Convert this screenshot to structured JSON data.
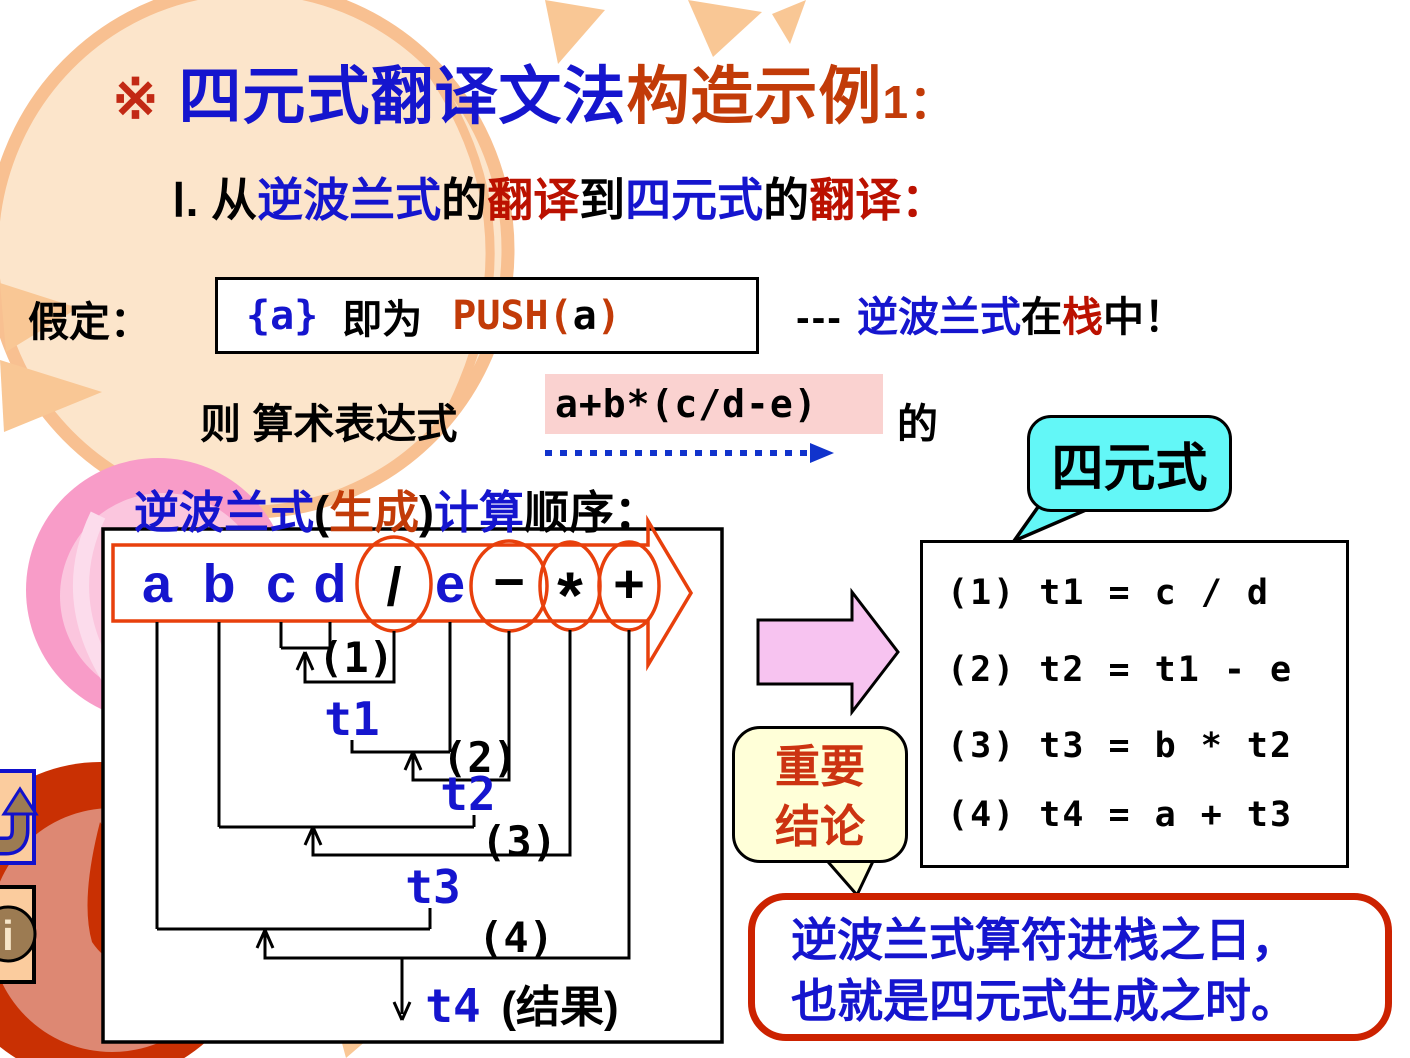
{
  "palette": {
    "blue_text": "#1515CE",
    "red_text": "#BB1100",
    "orange_text": "#C23B08",
    "marker_red": "#C22914",
    "banner_orange": "#E8400C",
    "cyan_callout": "#63F7F7",
    "cream_callout": "#FFFFD8",
    "pink_highlight": "#FAD2D0",
    "pink_arrow": "#F7C3F0",
    "conclusion_border": "#CC2200"
  },
  "title": {
    "marker": "※",
    "main": "四元式翻译文法",
    "highlight": "构造示例",
    "number": "1："
  },
  "subtitle": {
    "s0": "Ⅰ. 从",
    "s1": "逆波兰式",
    "s2": "的",
    "s3": "翻译",
    "s4": "到",
    "s5": "四元式",
    "s6": "的",
    "s7": "翻译："
  },
  "assume": {
    "label": "假定：",
    "brace": "{a}",
    "middle": "即为",
    "push": "PUSH(",
    "arg": "a",
    "close": ")",
    "note": {
      "dashes": "---",
      "rpn": "逆波兰式",
      "at": "在",
      "stack": "栈",
      "end": "中！"
    }
  },
  "expr": {
    "lead": "则 算术表达式",
    "value": "a+b*(c/d-e)",
    "tail": "的"
  },
  "order": {
    "s0": "逆波兰式",
    "s1": "(",
    "s2": "生成",
    "s3": ")",
    "s4": "计算",
    "s5": "顺序："
  },
  "diagram": {
    "tokens": {
      "a": "a",
      "b": "b",
      "c": "c",
      "d": "d",
      "div": "/",
      "e": "e",
      "minus": "−",
      "mul": "*",
      "plus": "+"
    },
    "steps": {
      "s1": {
        "label": "(1)",
        "temp": "t1"
      },
      "s2": {
        "label": "(2)",
        "temp": "t2"
      },
      "s3": {
        "label": "(3)",
        "temp": "t3"
      },
      "s4": {
        "label": "(4)",
        "temp": "t4",
        "result": "(结果)"
      }
    }
  },
  "quad_callout": "四元式",
  "quads": {
    "r1": "(1) t1 = c / d",
    "r2": "(2) t2 = t1 - e",
    "r3": "(3) t3 = b * t2",
    "r4": "(4) t4 = a + t3"
  },
  "important": {
    "line1": "重要",
    "line2": "结论"
  },
  "conclusion": {
    "line1": "逆波兰式算符进栈之日，",
    "line2": "也就是四元式生成之时。"
  },
  "nav": {
    "info_glyph": "i"
  }
}
